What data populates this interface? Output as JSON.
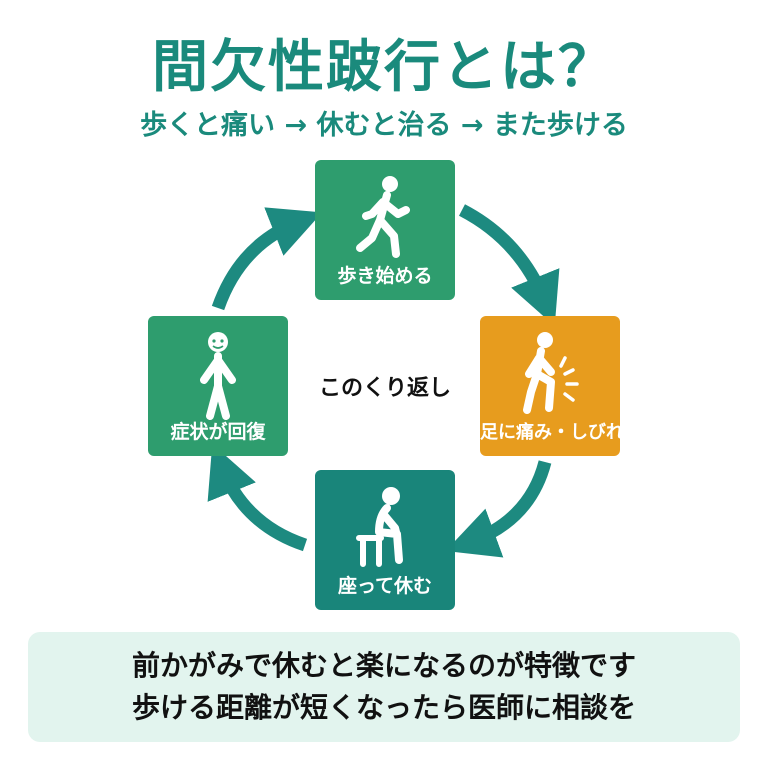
{
  "header": {
    "title": "間欠性跛行とは？",
    "subtitle": "歩くと痛い → 休むと治る → また歩ける"
  },
  "cycle": {
    "center_label": "このくり返し",
    "steps": [
      {
        "label": "歩き始める",
        "icon": "walking-person-icon",
        "color": "#2e9d6e"
      },
      {
        "label": "足に痛み・しびれ",
        "icon": "leg-pain-person-icon",
        "color": "#e79c1e"
      },
      {
        "label": "座って休む",
        "icon": "sitting-person-icon",
        "color": "#19857a"
      },
      {
        "label": "症状が回復",
        "icon": "standing-person-icon",
        "color": "#2e9d6e"
      }
    ],
    "arrow_color": "#1d8a80"
  },
  "note": {
    "lines": [
      "前かがみで休むと楽になるのが特徴です",
      "歩ける距離が短くなったら医師に相談を"
    ]
  }
}
